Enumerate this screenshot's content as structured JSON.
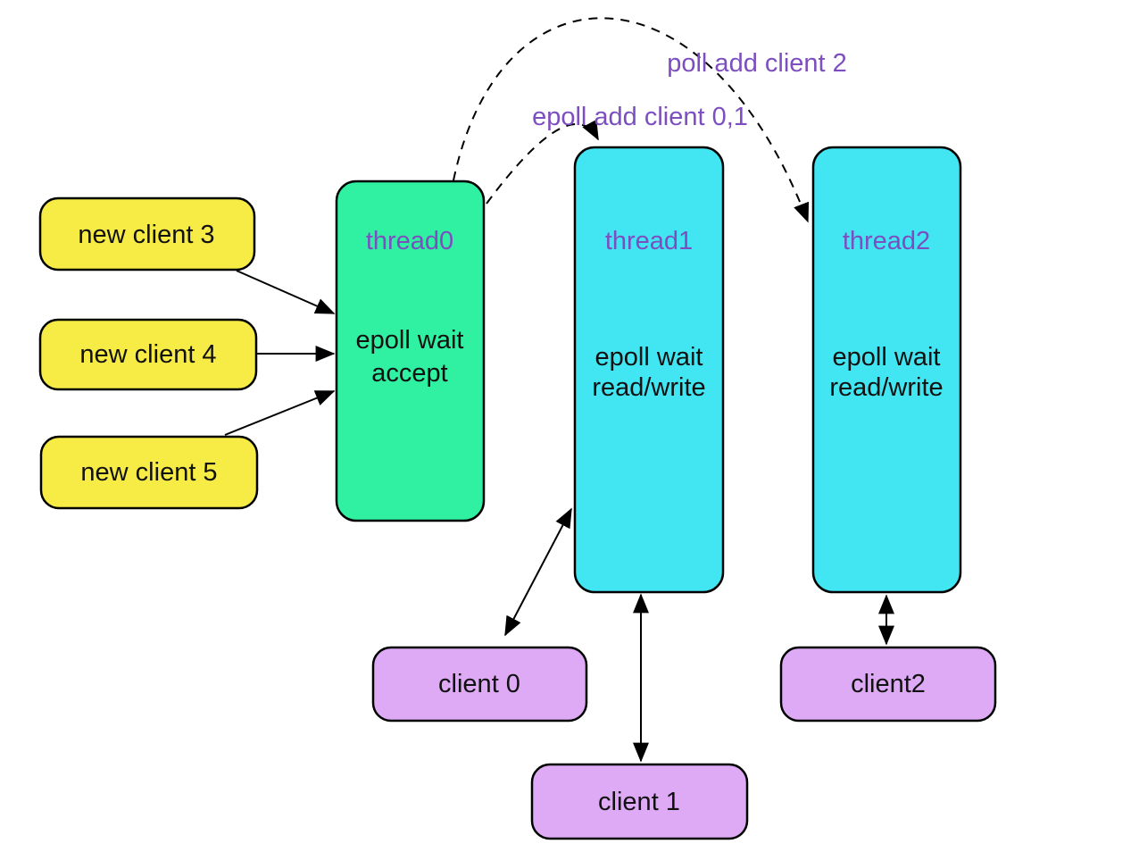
{
  "diagram": {
    "background": "#ffffff",
    "colors": {
      "acceptor_fill": "#2FF1A1",
      "worker_fill": "#41E6F2",
      "new_client_fill": "#F7EC45",
      "client_fill": "#DEAAF6",
      "thread_title_color": "#7D4EC0",
      "edge_label_color": "#7D4EC0",
      "text": "#111111",
      "stroke": "#000000"
    },
    "nodes": {
      "new_client_3": {
        "label": "new client 3"
      },
      "new_client_4": {
        "label": "new client 4"
      },
      "new_client_5": {
        "label": "new client 5"
      },
      "thread0": {
        "title": "thread0",
        "line1": "epoll wait",
        "line2": "accept"
      },
      "thread1": {
        "title": "thread1",
        "line1": "epoll wait",
        "line2": "read/write"
      },
      "thread2": {
        "title": "thread2",
        "line1": "epoll wait",
        "line2": "read/write"
      },
      "client_0": {
        "label": "client 0"
      },
      "client_1": {
        "label": "client 1"
      },
      "client_2": {
        "label": "client2"
      }
    },
    "edge_labels": {
      "epoll_add": "epoll add client 0,1",
      "poll_add": "poll add client 2"
    }
  }
}
